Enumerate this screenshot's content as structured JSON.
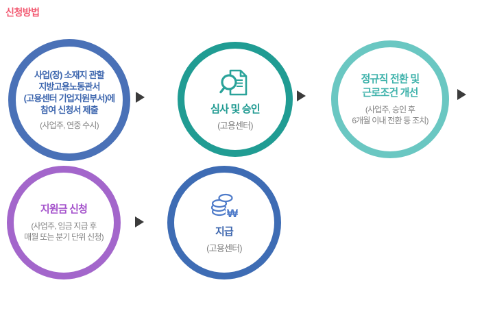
{
  "title": "신청방법",
  "colors": {
    "title": "#f2566e",
    "step1_border": "#4a71b7",
    "step1_text": "#3d66ae",
    "step2_border": "#209c93",
    "step2_text": "#1f9a91",
    "step3_border": "#6ac7c2",
    "step3_text": "#41b3ac",
    "step4_border": "#a366cb",
    "step4_text": "#a452cb",
    "step5_border": "#3e6cb4",
    "step5_text": "#3d66ae",
    "subtext": "#828282",
    "arrow": "#3b3b3b"
  },
  "steps": [
    {
      "title_lines": [
        "사업(장) 소재지 관할",
        "지방고용노동관서",
        "(고용센터 기업지원부서)에",
        "참여 신청서 제출"
      ],
      "subtitle_lines": [
        "(사업주, 연중 수시)"
      ]
    },
    {
      "icon": "document-search-icon",
      "title_lines": [
        "심사 및 승인"
      ],
      "subtitle_lines": [
        "(고용센터)"
      ]
    },
    {
      "title_lines": [
        "정규직 전환 및",
        "근로조건 개선"
      ],
      "subtitle_lines": [
        "(사업주, 승인 후",
        "6개월 이내 전환 등 조치)"
      ]
    },
    {
      "title_lines": [
        "지원금 신청"
      ],
      "subtitle_lines": [
        "(사업주, 임금 지급 후",
        "매월 또는 분기 단위 신청)"
      ]
    },
    {
      "icon": "coins-won-icon",
      "title_lines": [
        "지급"
      ],
      "subtitle_lines": [
        "(고용센터)"
      ]
    }
  ]
}
